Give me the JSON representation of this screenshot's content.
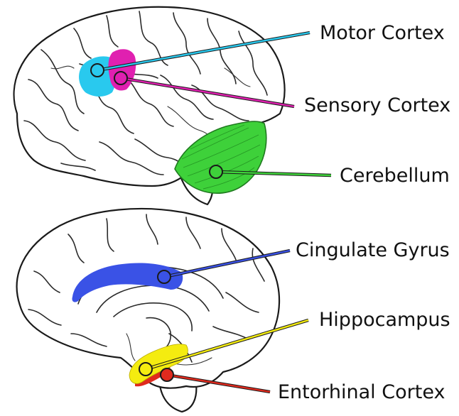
{
  "labels": {
    "motor_cortex": "Motor Cortex",
    "sensory_cortex": "Sensory Cortex",
    "cerebellum": "Cerebellum",
    "cingulate_gyrus": "Cingulate Gyrus",
    "hippocampus": "Hippocampus",
    "entorhinal_cortex": "Entorhinal Cortex"
  },
  "colors": {
    "motor_cortex": "#29c9ee",
    "sensory_cortex": "#e020b0",
    "cerebellum": "#3ed13a",
    "cingulate_gyrus": "#3a52e6",
    "hippocampus": "#f4ec10",
    "entorhinal_cortex": "#e02a1e"
  }
}
